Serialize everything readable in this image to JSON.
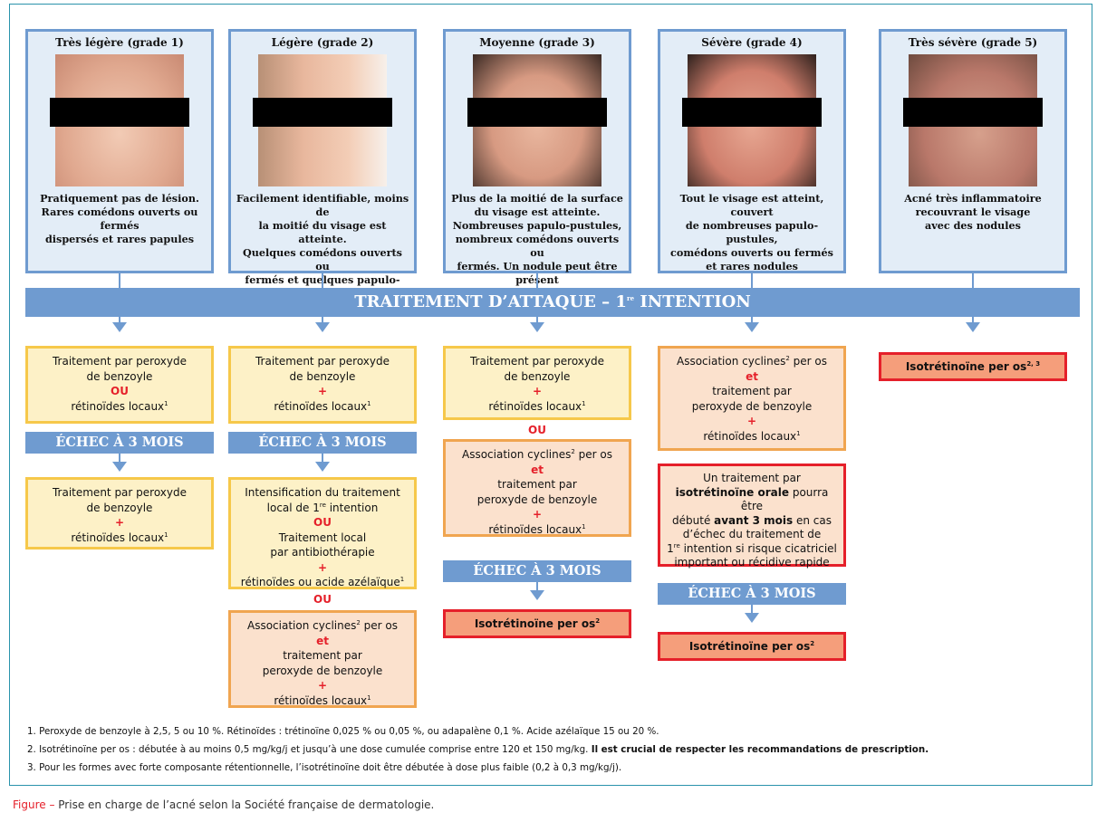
{
  "severities": [
    {
      "title": "Très légère (grade 1)",
      "desc": "Pratiquement pas de lésion.\nRares comédons ouverts ou fermés\ndispersés et rares papules"
    },
    {
      "title": "Légère (grade 2)",
      "desc": "Facilement identifiable, moins de\nla moitié du visage est atteinte.\nQuelques comédons ouverts ou\nfermés et quelques papulo-pustules"
    },
    {
      "title": "Moyenne (grade 3)",
      "desc": "Plus de la moitié de la surface\ndu visage est atteinte.\nNombreuses papulo-pustules,\nnombreux comédons ouverts ou\nfermés. Un nodule peut être présent"
    },
    {
      "title": "Sévère (grade 4)",
      "desc": "Tout le visage est atteint, couvert\nde nombreuses papulo-pustules,\ncomédons ouverts ou fermés\net rares nodules"
    },
    {
      "title": "Très sévère (grade 5)",
      "desc": "Acné très inflammatoire\nrecouvrant le visage\navec des nodules"
    }
  ],
  "banner": [
    {
      "t": "TRAITEMENT D’ATTAQUE  – 1"
    },
    {
      "t": "re",
      "sup": true
    },
    {
      "t": " INTENTION"
    }
  ],
  "echec_label": "ÉCHEC À 3 MOIS",
  "ou_label": "OU",
  "boxes": {
    "g1_first": [
      {
        "t": "Traitement par peroxyde"
      },
      {
        "br": true
      },
      {
        "t": "de benzoyle"
      },
      {
        "br": true
      },
      {
        "t": "OU",
        "red": true
      },
      {
        "br": true
      },
      {
        "t": "rétinoïdes locaux"
      },
      {
        "t": "1",
        "sup": true
      }
    ],
    "g1_after": [
      {
        "t": "Traitement par peroxyde"
      },
      {
        "br": true
      },
      {
        "t": "de benzoyle"
      },
      {
        "br": true
      },
      {
        "t": "+",
        "red": true
      },
      {
        "br": true
      },
      {
        "t": "rétinoïdes locaux"
      },
      {
        "t": "1",
        "sup": true
      }
    ],
    "g2_first": [
      {
        "t": "Traitement par peroxyde"
      },
      {
        "br": true
      },
      {
        "t": "de benzoyle"
      },
      {
        "br": true
      },
      {
        "t": "+",
        "red": true
      },
      {
        "br": true
      },
      {
        "t": "rétinoïdes locaux"
      },
      {
        "t": "1",
        "sup": true
      }
    ],
    "g2_after": [
      {
        "t": "Intensification du traitement"
      },
      {
        "br": true
      },
      {
        "t": "local de 1"
      },
      {
        "t": "re",
        "sup": true
      },
      {
        "t": " intention"
      },
      {
        "br": true
      },
      {
        "t": "OU",
        "red": true
      },
      {
        "br": true
      },
      {
        "t": "Traitement local"
      },
      {
        "br": true
      },
      {
        "t": "par antibiothérapie"
      },
      {
        "br": true
      },
      {
        "t": "+",
        "red": true
      },
      {
        "br": true
      },
      {
        "t": "rétinoïdes ou acide azélaïque"
      },
      {
        "t": "1",
        "sup": true
      }
    ],
    "g2_alt": [
      {
        "t": "Association cyclines"
      },
      {
        "t": "2",
        "sup": true
      },
      {
        "t": " per os"
      },
      {
        "br": true
      },
      {
        "t": "et",
        "red": true
      },
      {
        "br": true
      },
      {
        "t": "traitement par"
      },
      {
        "br": true
      },
      {
        "t": "peroxyde de benzoyle"
      },
      {
        "br": true
      },
      {
        "t": "+",
        "red": true
      },
      {
        "br": true
      },
      {
        "t": "rétinoïdes locaux"
      },
      {
        "t": "1",
        "sup": true
      }
    ],
    "g3_first": [
      {
        "t": "Traitement par peroxyde"
      },
      {
        "br": true
      },
      {
        "t": "de benzoyle"
      },
      {
        "br": true
      },
      {
        "t": "+",
        "red": true
      },
      {
        "br": true
      },
      {
        "t": "rétinoïdes locaux"
      },
      {
        "t": "1",
        "sup": true
      }
    ],
    "g3_alt": [
      {
        "t": "Association cyclines"
      },
      {
        "t": "2",
        "sup": true
      },
      {
        "t": " per os"
      },
      {
        "br": true
      },
      {
        "t": "et",
        "red": true
      },
      {
        "br": true
      },
      {
        "t": "traitement par"
      },
      {
        "br": true
      },
      {
        "t": "peroxyde de benzoyle"
      },
      {
        "br": true
      },
      {
        "t": "+",
        "red": true
      },
      {
        "br": true
      },
      {
        "t": "rétinoïdes locaux"
      },
      {
        "t": "1",
        "sup": true
      }
    ],
    "g3_after": [
      {
        "t": "Isotrétinoïne per os",
        "b": true
      },
      {
        "t": "2",
        "sup": true,
        "b": true
      }
    ],
    "g4_first": [
      {
        "t": "Association cyclines"
      },
      {
        "t": "2",
        "sup": true
      },
      {
        "t": " per os"
      },
      {
        "br": true
      },
      {
        "t": "et",
        "red": true
      },
      {
        "br": true
      },
      {
        "t": "traitement par"
      },
      {
        "br": true
      },
      {
        "t": "peroxyde de benzoyle"
      },
      {
        "br": true
      },
      {
        "t": "+",
        "red": true
      },
      {
        "br": true
      },
      {
        "t": "rétinoïdes locaux"
      },
      {
        "t": "1",
        "sup": true
      }
    ],
    "g4_note": [
      {
        "t": "Un traitement par"
      },
      {
        "br": true
      },
      {
        "t": "isotrétinoïne orale",
        "b": true
      },
      {
        "t": " pourra être"
      },
      {
        "br": true
      },
      {
        "t": "débuté "
      },
      {
        "t": "avant 3 mois",
        "b": true
      },
      {
        "t": " en cas"
      },
      {
        "br": true
      },
      {
        "t": "d’échec du traitement de"
      },
      {
        "br": true
      },
      {
        "t": "1"
      },
      {
        "t": "re",
        "sup": true
      },
      {
        "t": " intention si risque cicatriciel"
      },
      {
        "br": true
      },
      {
        "t": "important ou récidive rapide"
      }
    ],
    "g4_after": [
      {
        "t": "Isotrétinoïne per os",
        "b": true
      },
      {
        "t": "2",
        "sup": true,
        "b": true
      }
    ],
    "g5_first": [
      {
        "t": "Isotrétinoïne per os",
        "b": true
      },
      {
        "t": "2, 3",
        "sup": true,
        "b": true
      }
    ]
  },
  "footnotes": [
    [
      {
        "t": "1.  Peroxyde de benzoyle à 2,5, 5 ou 10 %. Rétinoïdes : trétinoïne 0,025 % ou 0,05 %, ou adapalène 0,1 %. Acide azélaïque 15 ou 20 %."
      }
    ],
    [
      {
        "t": "2. Isotrétinoïne per os : débutée à au moins 0,5 mg/kg/j et jusqu’à une dose cumulée comprise entre 120 et 150 mg/kg. "
      },
      {
        "t": "Il est crucial de respecter les recommandations de prescription.",
        "b": true
      }
    ],
    [
      {
        "t": "3. Pour les formes avec forte composante rétentionnelle, l’isotrétinoïne doit être débutée à dose plus faible (0,2 à 0,3 mg/kg/j)."
      }
    ]
  ],
  "caption": {
    "label": "Figure – ",
    "text": "Prise en charge de l’acné selon la Société française de dermatologie."
  }
}
